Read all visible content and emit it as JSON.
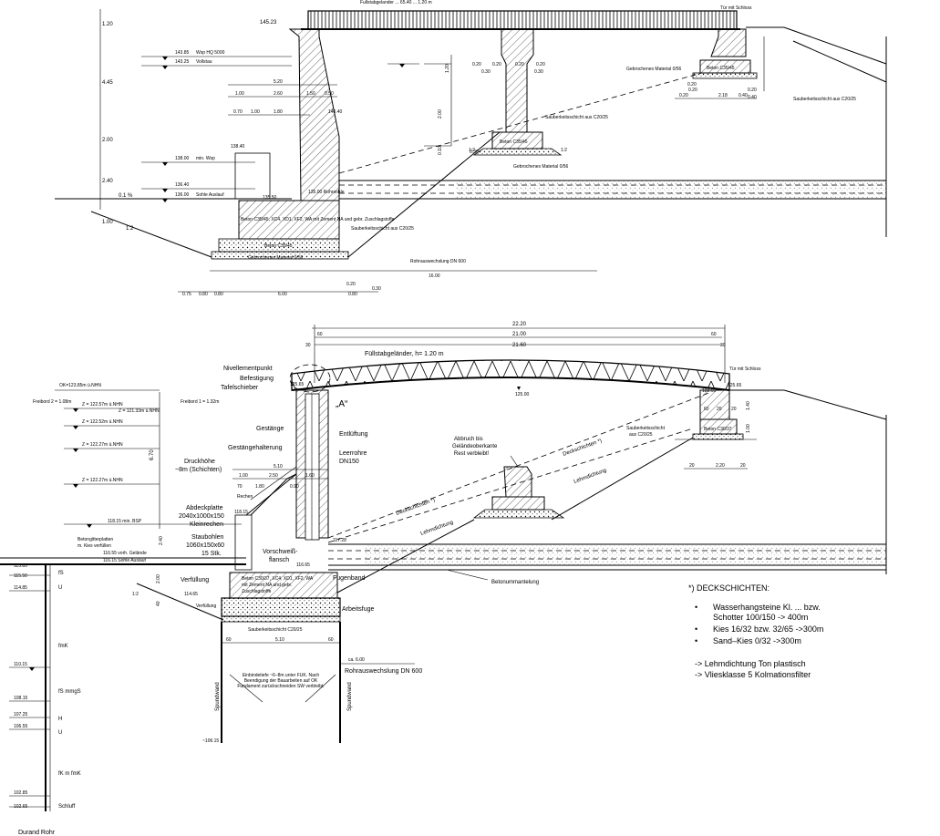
{
  "top_section": {
    "header_fragment": "Fullstabgelander ... 65.40 ... 1.20 m",
    "door_label": "Tür mit Schloss",
    "deck_level": "145.23",
    "water_levels": [
      {
        "value": "143.85",
        "label": "Wsp HQ 5000"
      },
      {
        "value": "143.25",
        "label": "Vollstau"
      },
      {
        "value": "138.00",
        "label": "min. Wsp"
      },
      {
        "value": "136.40",
        "label": ""
      },
      {
        "value": "136.00",
        "label": "Sohle Auslauf"
      }
    ],
    "vertical_dims": [
      "1.20",
      "4.45",
      "2.00",
      "2.40",
      "1.00"
    ],
    "slope_label": "0.1 %",
    "ratio": "1:2",
    "dims_upper": [
      "5.20",
      "1.00",
      "2.60",
      "1.50",
      "0.50",
      "0.70",
      "1.00",
      "1.80"
    ],
    "level_140_40": "140.40",
    "level_138_40": "138.40",
    "level_135_50": "135.50",
    "pipe_level": "135.00 Rohrsohle",
    "concrete_main": "Beton C35/45, XC4, XD1, XF2, WA mit Zement NA und gebr. Zuschlagstoffe",
    "concrete_base": "Beton C35/45",
    "broken_material": "Gebrochenes Material 0/56",
    "clean_layer": "Sauberkeitsschicht aus C20/25",
    "pipe_label": "Rohrauswechslung DN 600",
    "dim_16": "16.00",
    "bottom_dims": [
      "0.75",
      "0.80",
      "0.80",
      "6.00",
      "0.20",
      "0.80",
      "0.30"
    ],
    "pier_dims": [
      "0.20",
      "0.20",
      "0.30",
      "0.30",
      "0.20",
      "0.20",
      "1.20",
      "2.00",
      "0.10",
      "0.30"
    ],
    "pier_concrete": "Beton C35/45",
    "pier_clean": "Sauberkeitsschicht aus C20/25",
    "pier_broken": "Gebrochenes Material 0/56",
    "abut_concrete": "Beton C35/45",
    "abut_broken": "Gebrochenes Material 0/56",
    "abut_clean": "Sauberkeitsschicht aus C20/25",
    "abut_dims": [
      "0.20",
      "0.20",
      "2.18",
      "0.40",
      "0.20",
      "0.40",
      "0.20"
    ]
  },
  "bottom_section": {
    "dim_total": "22.20",
    "dim_inner": "21.00",
    "dim_lower": "21.60",
    "dim_60_left": "60",
    "dim_60_right": "60",
    "dim_30_left": "30",
    "dim_30_right": "30",
    "railing": "Füllstabgeländer, h= 1.20 m",
    "nivellement": "Nivellementpunkt",
    "door": "Tür mit Schloss",
    "befestigung_1": "Befestigung",
    "befestigung_2": "Tafelschieber",
    "level_125_65": "125.65",
    "level_125_00": "125.00",
    "level_123_65": "123.65",
    "view_a": "„A“",
    "ok_label": "OK=123.85m ü.NHN",
    "freibord_2": "Freibord 2 = 1.08m",
    "freibord_1": "Freibord 1 = 1.32m",
    "z_levels": [
      "Z = 122.57m ü.NHN",
      "Z = 121.33m ü.NHN",
      "Z = 122.52m ü.NHN",
      "Z = 122.27m ü.NHN",
      "Z = 122.27m ü.NHN"
    ],
    "gestaenge": "Gestänge",
    "gestaengehalterung": "Gestängehalterung",
    "entlueftung": "Entlüftung",
    "leerrohre_1": "Leerrohre",
    "leerrohre_2": "DN150",
    "druckhoehe_1": "Druckhöhe",
    "druckhoehe_2": "~8m (Schichten)",
    "dim_670": "6.70",
    "small_dims": [
      "5.10",
      "1.00",
      "2.50",
      "1.60",
      "70",
      "1.80",
      "0.90"
    ],
    "rechen": "Rechen",
    "abdeckplatte_1": "Abdeckplatte",
    "abdeckplatte_2": "2040x1000x150",
    "abdeckplatte_3": "Kleinrechen",
    "level_118_15": "118.15",
    "level_118_15_label": "118.15 min. BSP",
    "staubohlen_1": "Staubohlen",
    "staubohlen_2": "1060x150x60",
    "staubohlen_3": "15 Stk.",
    "dim_240": "2.40",
    "betonplatten_1": "Betongitterplatten",
    "betonplatten_2": "m. Kies verfüllen",
    "gelaende": "116.55 vorh. Gelände",
    "sohle": "116.15 Sohle Auslauf",
    "level_117_28": "117.28",
    "level_116_65": "116.65",
    "vorschweiss_1": "Vorschweiß-",
    "vorschweiss_2": "flansch",
    "fugenband": "Fugenband",
    "beton_c30_1": "Beton C30/37, XC4, XD1, XF2, WA",
    "beton_c30_2": "mit Zement NA und gebr.",
    "beton_c30_3": "Zuschlagstoffe",
    "verfuellung": "Verfüllung",
    "verfuellung_2": "Verfüllung",
    "level_114_65": "114.65",
    "dim_200": "2.00",
    "dim_40": "40",
    "arbeitsfuge": "Arbeitsfuge",
    "sauberkeitsschicht": "Sauberkeitsschicht C20/25",
    "dim_510": "5.10",
    "dim_60_a": "60",
    "dim_60_b": "60",
    "ca_600": "ca. 6.00",
    "rohr": "Rohrauswechslung DN 600",
    "spundwand": "Spundwand",
    "einbindetiefe": "Einbindetiefe ~6–8m unter FUK. Nach Beendigung der Bauarbeiten auf OK Fundament zurückschneiden SW verbleibt.",
    "level_106_15": "~106.15",
    "abbruch_1": "Abbruch bis",
    "abbruch_2": "Geländeoberkante",
    "abbruch_3": "Rest verbleibt!",
    "deckschichten": "Deckschichten *)",
    "lehmdichtung": "Lehmdichtung",
    "betonummantelung": "Betonummantelung",
    "right_concrete": "Beton C30/37",
    "right_clean_1": "Sauberkeitsschicht",
    "right_clean_2": "aus C20/25",
    "right_dims": [
      "20",
      "2.20",
      "20",
      "60",
      "20",
      "20",
      "1.40",
      "1.00"
    ],
    "ratio": "1:2"
  },
  "soil_profile": {
    "levels": [
      "115.85",
      "115.50",
      "114.85",
      "110.15",
      "108.15",
      "107.25",
      "106.55",
      "102.85",
      "102.65"
    ],
    "layers": [
      "fS",
      "U",
      "fmK",
      "fS mmgS",
      "H",
      "U",
      "fK m fmK",
      "Schluff"
    ],
    "bottom_label": "Durand Rohr"
  },
  "legend": {
    "title": "*) DECKSCHICHTEN:",
    "items": [
      "Wasserhangsteine Kl. ... bzw.",
      "Schotter 100/150 -> 400m",
      "Kies 16/32 bzw. 32/65  ->300m",
      "Sand–Kies 0/32  ->300m"
    ],
    "notes": [
      "-> Lehmdichtung Ton plastisch",
      "-> Vliesklasse 5 Kolmationsfilter"
    ]
  }
}
